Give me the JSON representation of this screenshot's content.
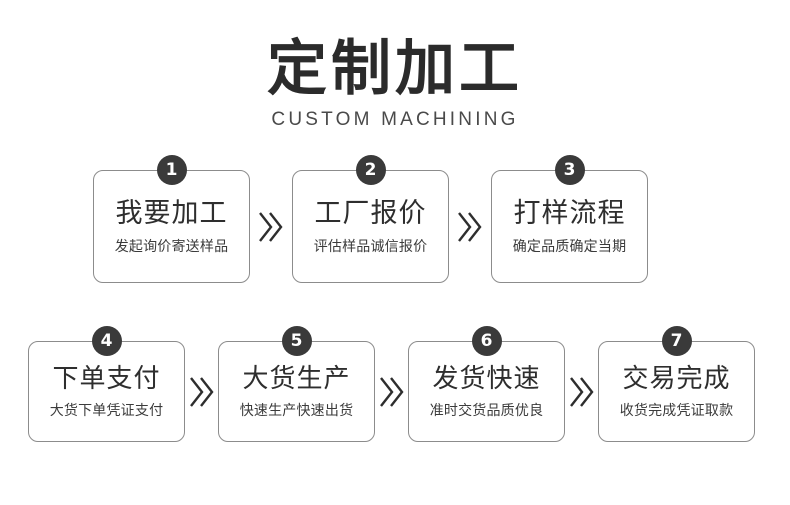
{
  "header": {
    "title": "定制加工",
    "subtitle": "CUSTOM MACHINING"
  },
  "colors": {
    "badge_bg": "#3a3a3a",
    "badge_text": "#ffffff",
    "box_border": "#8c8c8c",
    "title_text": "#2e2e2e",
    "desc_text": "#3b3b3b",
    "background": "#ffffff",
    "chevron": "#2e2e2e"
  },
  "separator": {
    "icon": "double-chevron-right-icon",
    "glyph": "≫"
  },
  "rows": [
    {
      "name": "steps-row-1",
      "steps": [
        {
          "number": "1",
          "title": "我要加工",
          "desc": "发起询价寄送样品"
        },
        {
          "number": "2",
          "title": "工厂报价",
          "desc": "评估样品诚信报价"
        },
        {
          "number": "3",
          "title": "打样流程",
          "desc": "确定品质确定当期"
        }
      ]
    },
    {
      "name": "steps-row-2",
      "steps": [
        {
          "number": "4",
          "title": "下单支付",
          "desc": "大货下单凭证支付"
        },
        {
          "number": "5",
          "title": "大货生产",
          "desc": "快速生产快速出货"
        },
        {
          "number": "6",
          "title": "发货快速",
          "desc": "准时交货品质优良"
        },
        {
          "number": "7",
          "title": "交易完成",
          "desc": "收货完成凭证取款"
        }
      ]
    }
  ]
}
